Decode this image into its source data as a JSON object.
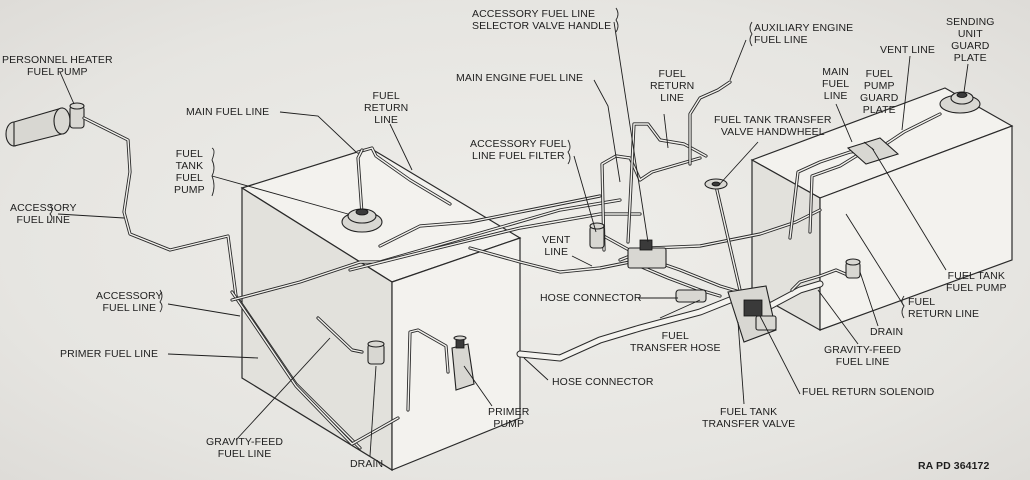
{
  "figure_id": "RA PD 364172",
  "labels": {
    "personnel_heater_fuel_pump": "PERSONNEL HEATER\nFUEL PUMP",
    "main_fuel_line_left": "MAIN FUEL LINE",
    "fuel_tank_fuel_pump_left": "FUEL\nTANK\nFUEL\nPUMP",
    "fuel_return_line_left": "FUEL\nRETURN\nLINE",
    "accessory_fuel_line_upper": "ACCESSORY\nFUEL LINE",
    "accessory_fuel_line_lower": "ACCESSORY\nFUEL LINE",
    "primer_fuel_line": "PRIMER FUEL LINE",
    "gravity_feed_fuel_line_left": "GRAVITY-FEED\nFUEL LINE",
    "drain_left": "DRAIN",
    "primer_pump": "PRIMER\nPUMP",
    "hose_connector_lower": "HOSE CONNECTOR",
    "hose_connector_mid": "HOSE CONNECTOR",
    "vent_line_mid": "VENT\nLINE",
    "accessory_fuel_line_fuel_filter": "ACCESSORY FUEL\nLINE FUEL FILTER",
    "main_engine_fuel_line": "MAIN ENGINE FUEL LINE",
    "accessory_fuel_line_selector_valve_handle": "ACCESSORY FUEL LINE\nSELECTOR VALVE HANDLE",
    "fuel_return_line_top": "FUEL\nRETURN\nLINE",
    "auxiliary_engine_fuel_line": "AUXILIARY ENGINE\nFUEL LINE",
    "fuel_tank_transfer_valve_handwheel": "FUEL TANK TRANSFER\nVALVE HANDWHEEL",
    "main_fuel_line_right": "MAIN\nFUEL\nLINE",
    "fuel_pump_guard_plate": "FUEL\nPUMP\nGUARD\nPLATE",
    "vent_line_right": "VENT LINE",
    "sending_unit_guard_plate": "SENDING\nUNIT\nGUARD\nPLATE",
    "fuel_tank_fuel_pump_right": "FUEL TANK\nFUEL PUMP",
    "fuel_return_line_right": "FUEL\nRETURN LINE",
    "drain_right": "DRAIN",
    "gravity_feed_fuel_line_right": "GRAVITY-FEED\nFUEL LINE",
    "fuel_transfer_hose": "FUEL\nTRANSFER HOSE",
    "fuel_return_solenoid": "FUEL RETURN SOLENOID",
    "fuel_tank_transfer_valve": "FUEL TANK\nTRANSFER VALVE"
  }
}
